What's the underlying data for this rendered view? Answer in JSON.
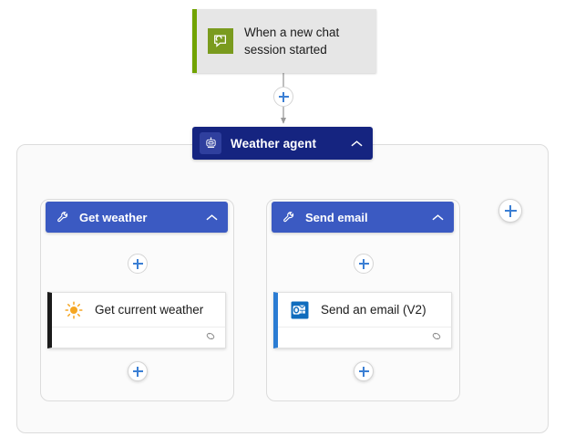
{
  "canvas": {
    "background": "#ffffff",
    "container_fill": "#fafafa",
    "container_border": "#dcdcdc"
  },
  "colors": {
    "trigger_accent": "#71a300",
    "trigger_icon_bg": "#7a9b1e",
    "trigger_card_bg": "#e6e6e6",
    "agent_header": "#152480",
    "tool_header": "#3b5ac2",
    "plus_glyph": "#3b7fd4",
    "connector_line": "#9a9a9a",
    "weather_accent": "#1b1b1b",
    "email_accent": "#2b7cd3",
    "sun_icon": "#f5a623",
    "outlook_icon": "#0f6cbd"
  },
  "trigger": {
    "icon": "chat-bubble-icon",
    "label_line1": "When a new chat",
    "label_line2": "session started"
  },
  "agent": {
    "icon": "robot-icon",
    "label": "Weather agent",
    "collapse_icon": "chevron-up-icon",
    "expanded": true
  },
  "tools": [
    {
      "id": "get-weather",
      "icon": "wrench-icon",
      "label": "Get weather",
      "collapse_icon": "chevron-up-icon",
      "action": {
        "icon": "sun-icon",
        "label": "Get current weather",
        "footer_icon": "connector-link-icon"
      }
    },
    {
      "id": "send-email",
      "icon": "wrench-icon",
      "label": "Send email",
      "collapse_icon": "chevron-up-icon",
      "action": {
        "icon": "outlook-icon",
        "label": "Send an email (V2)",
        "footer_icon": "connector-link-icon"
      }
    }
  ],
  "add_buttons": {
    "after_trigger": "+",
    "get_weather_top": "+",
    "get_weather_bottom": "+",
    "send_email_top": "+",
    "send_email_bottom": "+",
    "add_tool": "+"
  }
}
